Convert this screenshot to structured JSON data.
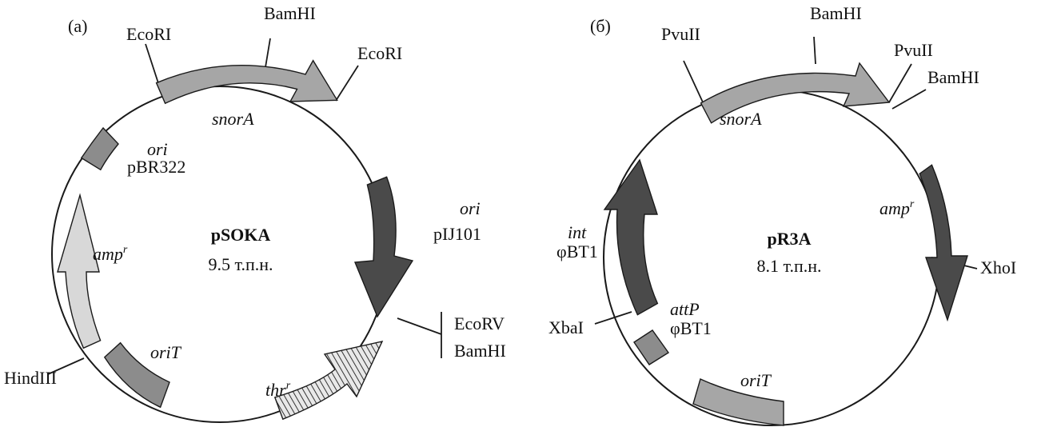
{
  "colors": {
    "light_gray": "#a6a6a6",
    "mid_gray": "#8c8c8c",
    "lightest_gray": "#d8d8d8",
    "dark_gray": "#4a4a4a",
    "outline": "#1a1a1a"
  },
  "panel_a": {
    "tag": "(a)",
    "plasmid_name": "pSOKA",
    "plasmid_size": "9.5 т.п.н.",
    "sites": {
      "ecori_left": "EcoRI",
      "bamhi_top": "BamHI",
      "ecori_right": "EcoRI",
      "hindiii": "HindIII",
      "ecorv": "EcoRV",
      "bamhi_bottom": "BamHI"
    },
    "features": {
      "snora": "snorA",
      "ori_pbr_italic": "ori",
      "ori_pbr_name": "pBR322",
      "ori_pij_italic": "ori",
      "ori_pij_name": "pIJ101",
      "amp_base": "amp",
      "amp_sup": "r",
      "orit": "oriT",
      "thr_base": "thr",
      "thr_sup": "r"
    }
  },
  "panel_b": {
    "tag": "(б)",
    "plasmid_name": "pR3A",
    "plasmid_size": "8.1 т.п.н.",
    "sites": {
      "pvuii_left": "PvuII",
      "bamhi_top": "BamHI",
      "pvuii_right": "PvuII",
      "bamhi_right": "BamHI",
      "xhoi": "XhoI",
      "xbai": "XbaI"
    },
    "features": {
      "snora": "snorA",
      "amp_base": "amp",
      "amp_sup": "r",
      "int_italic": "int",
      "int_name": "φBT1",
      "attp_italic": "attP",
      "attp_name": "φBT1",
      "orit": "oriT"
    }
  }
}
